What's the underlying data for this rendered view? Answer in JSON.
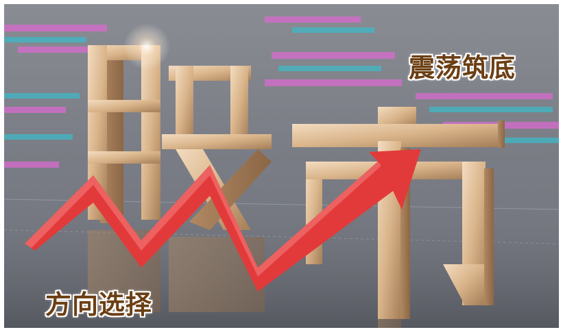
{
  "headline_characters": "股市",
  "caption_top": "震荡筑底",
  "caption_bottom": "方向选择",
  "colors": {
    "background": "#7a7d85",
    "gold": "#d9b48a",
    "gold_dark": "#9c7651",
    "arrow": "#e23a3a",
    "caption_text": "#6b3f14",
    "chart_pink": "#d96bd0",
    "chart_cyan": "#3fb8c6"
  },
  "icons": {
    "arrow": "rising-zigzag-arrow-icon"
  }
}
